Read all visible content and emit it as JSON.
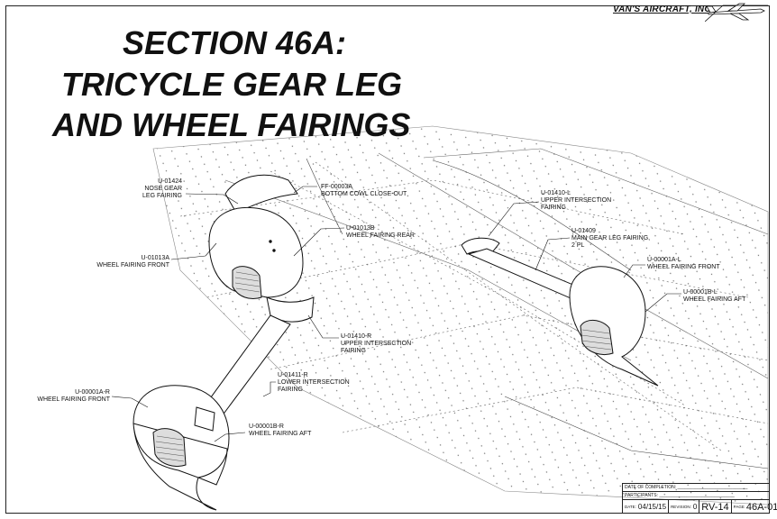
{
  "brand": {
    "name": "VAN'S AIRCRAFT, INC."
  },
  "title": {
    "line1": "SECTION 46A:",
    "line2": "TRICYCLE GEAR LEG",
    "line3": "AND WHEEL FAIRINGS"
  },
  "callouts": [
    {
      "part": "U-01424",
      "desc": [
        "NOSE GEAR",
        "LEG FAIRING"
      ]
    },
    {
      "part": "FF-00003A",
      "desc": [
        "BOTTOM COWL CLOSE-OUT"
      ]
    },
    {
      "part": "U-01013B",
      "desc": [
        "WHEEL FAIRING REAR"
      ]
    },
    {
      "part": "U-01013A",
      "desc": [
        "WHEEL FAIRING FRONT"
      ]
    },
    {
      "part": "U-01410-L",
      "desc": [
        "UPPER INTERSECTION",
        "FAIRING"
      ]
    },
    {
      "part": "U-01409",
      "desc": [
        "MAIN GEAR LEG FAIRING,",
        "2 PL"
      ]
    },
    {
      "part": "U-00001A-L",
      "desc": [
        "WHEEL FAIRING FRONT"
      ]
    },
    {
      "part": "U-00001B-L",
      "desc": [
        "WHEEL FAIRING AFT"
      ]
    },
    {
      "part": "U-01410-R",
      "desc": [
        "UPPER INTERSECTION",
        "FAIRING"
      ]
    },
    {
      "part": "U-01411-R",
      "desc": [
        "LOWER INTERSECTION",
        "FAIRING"
      ]
    },
    {
      "part": "U-00001A-R",
      "desc": [
        "WHEEL FAIRING FRONT"
      ]
    },
    {
      "part": "U-00001B-R",
      "desc": [
        "WHEEL FAIRING AFT"
      ]
    }
  ],
  "title_block": {
    "date_of_completion_label": "DATE OF COMPLETION:",
    "participants_label": "PARTICIPANTS:",
    "date_label": "DATE:",
    "date_value": "04/15/15",
    "revision_label": "REVISION:",
    "revision_value": "0",
    "model": "RV-14",
    "page_label": "PAGE",
    "page_value": "46A-01"
  }
}
